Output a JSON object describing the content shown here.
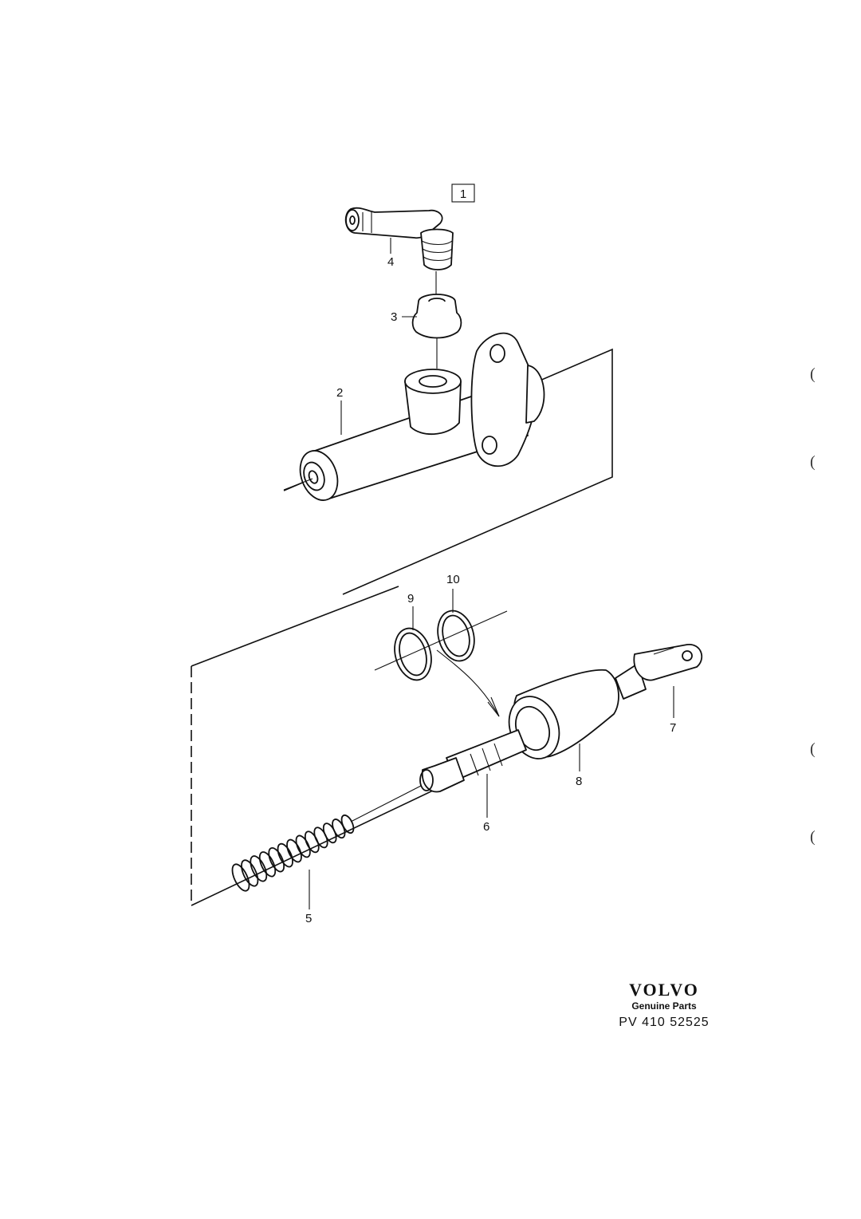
{
  "figure_box_label": "1",
  "callouts": {
    "c2": "2",
    "c3": "3",
    "c4": "4",
    "c5": "5",
    "c6": "6",
    "c7": "7",
    "c8": "8",
    "c9": "9",
    "c10": "10"
  },
  "margin_marks": [
    "(",
    "(",
    "(",
    "("
  ],
  "logo": {
    "brand": "VOLVO",
    "tagline": "Genuine Parts",
    "reference": "PV 410 52525"
  }
}
